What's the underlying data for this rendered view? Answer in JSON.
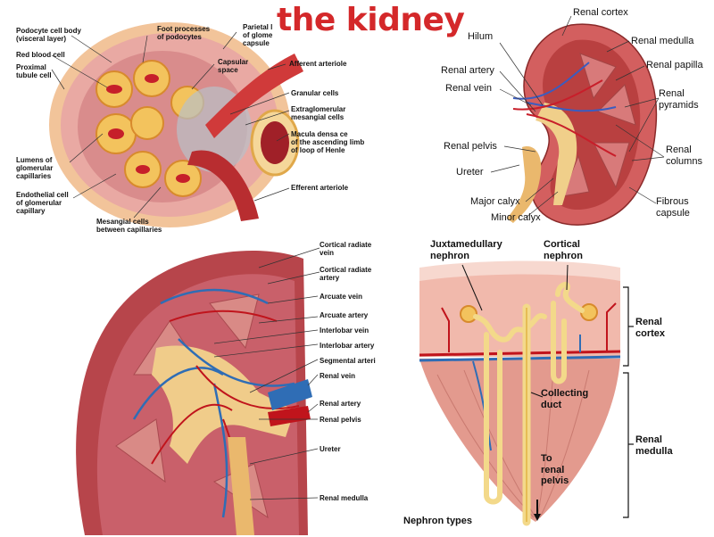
{
  "title": "the kidney",
  "glomerulus": {
    "podocyte": "Podocyte cell body\n(visceral layer)",
    "foot_processes": "Foot processes\nof podocytes",
    "parietal": "Parietal l\nof glome\ncapsule",
    "red_blood_cell": "Red blood cell",
    "proximal": "Proximal\ntubule cell",
    "capsular_space": "Capsular\nspace",
    "afferent": "Afferent arteriole",
    "granular": "Granular cells",
    "extraglomerular": "Extraglomerular\nmesangial cells",
    "macula_densa": "Macula densa ce\nof the ascending limb\nof loop of Henle",
    "lumens": "Lumens of\nglomerular\ncapillaries",
    "endothelial": "Endothelial cell\nof glomerular\ncapillary",
    "mesangial": "Mesangial cells\nbetween capillaries",
    "efferent": "Efferent arteriole"
  },
  "kidney_section": {
    "renal_cortex": "Renal cortex",
    "hilum": "Hilum",
    "renal_medulla": "Renal medulla",
    "renal_artery": "Renal artery",
    "renal_papilla": "Renal papilla",
    "renal_vein": "Renal vein",
    "renal_pyramids": "Renal\npyramids",
    "renal_pelvis": "Renal pelvis",
    "renal_columns": "Renal\ncolumns",
    "ureter": "Ureter",
    "major_calyx": "Major calyx",
    "minor_calyx": "Minor calyx",
    "fibrous_capsule": "Fibrous\ncapsule"
  },
  "vessels": {
    "cortical_radiate_vein": "Cortical radiate\nvein",
    "cortical_radiate_artery": "Cortical radiate\nartery",
    "arcuate_vein": "Arcuate vein",
    "arcuate_artery": "Arcuate artery",
    "interlobar_vein": "Interlobar vein",
    "interlobar_artery": "Interlobar artery",
    "segmental_artery": "Segmental arteri",
    "renal_vein": "Renal vein",
    "renal_artery": "Renal artery",
    "renal_pelvis": "Renal pelvis",
    "ureter": "Ureter",
    "renal_medulla": "Renal medulla"
  },
  "nephron": {
    "juxtamedullary": "Juxtamedullary\nnephron",
    "cortical": "Cortical\nnephron",
    "renal_cortex": "Renal\ncortex",
    "collecting_duct": "Collecting\nduct",
    "renal_medulla": "Renal\nmedulla",
    "to_renal_pelvis": "To\nrenal\npelvis",
    "nephron_types": "Nephron types"
  },
  "colors": {
    "title": "#d4282a",
    "cortex": "#c1414a",
    "medulla": "#e39a8e",
    "vein": "#2f6db5",
    "artery": "#c0141c",
    "tubule": "#f3d98a"
  }
}
